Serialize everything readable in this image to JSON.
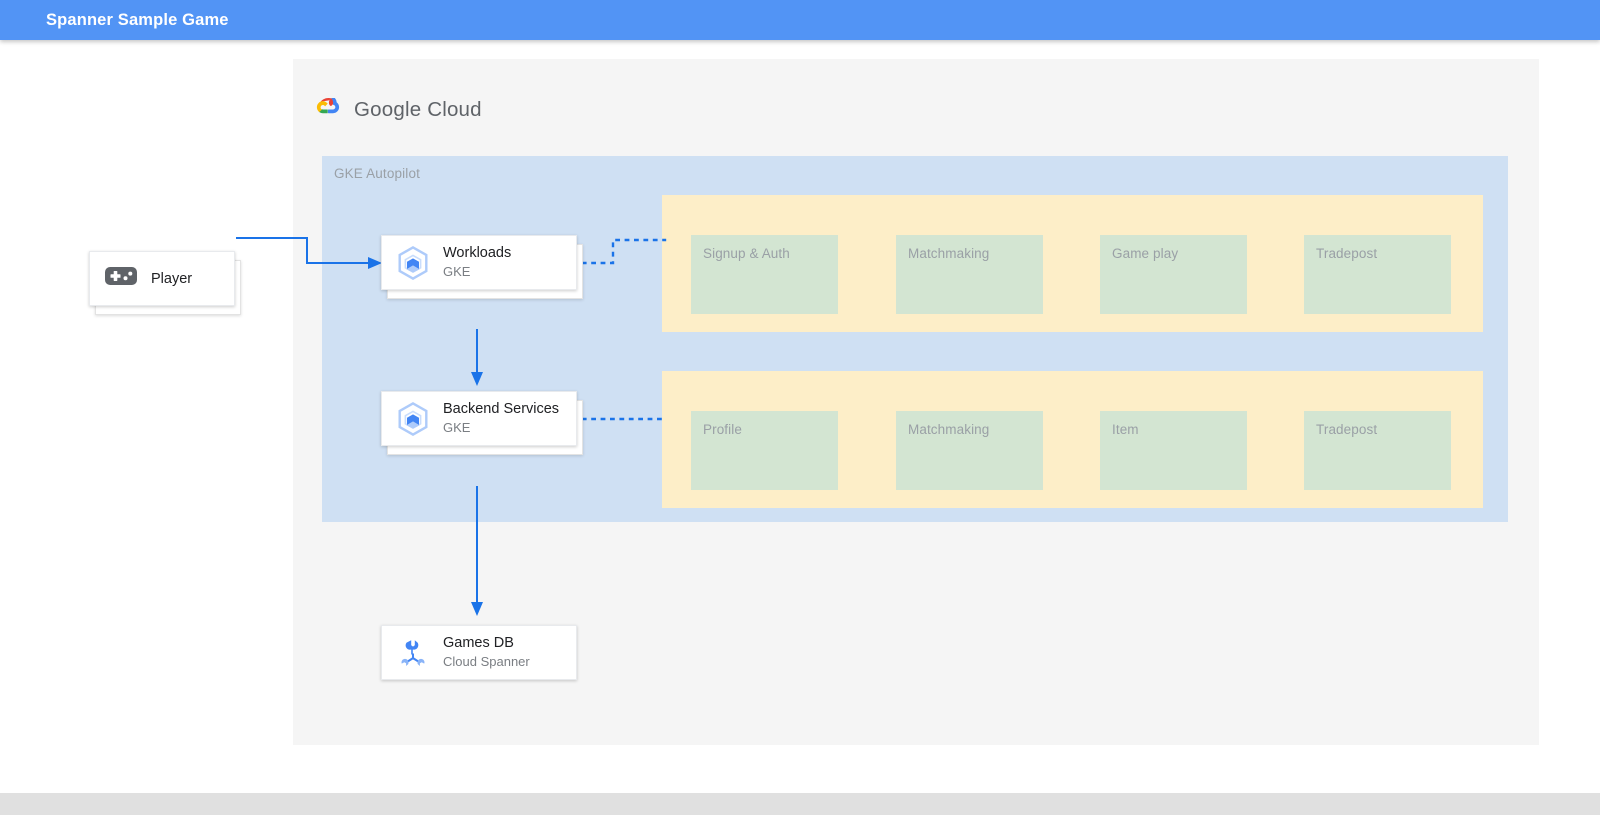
{
  "appbar": {
    "title": "Spanner Sample Game",
    "background": "#5294f5",
    "text_color": "#ffffff"
  },
  "diagram": {
    "provider_logo": {
      "icon": "google-cloud-logo-icon",
      "text_bold": "Google",
      "text_light": "Cloud",
      "full_text": "Google Cloud"
    },
    "region": {
      "label": "GKE Autopilot",
      "background": "#cfe0f3",
      "label_color": "#9aa0a6"
    },
    "panel_background": "#f5f5f5",
    "nodes": {
      "player": {
        "title": "Player",
        "icon": "gamepad-icon"
      },
      "workloads": {
        "title": "Workloads",
        "subtitle": "GKE",
        "icon": "gke-hexagon-icon"
      },
      "backend_services": {
        "title": "Backend Services",
        "subtitle": "GKE",
        "icon": "gke-hexagon-icon"
      },
      "games_db": {
        "title": "Games DB",
        "subtitle": "Cloud Spanner",
        "icon": "cloud-spanner-icon"
      }
    },
    "service_groups": [
      {
        "name": "workloads-services",
        "background": "#fdeec8",
        "services": [
          {
            "label": "Signup & Auth"
          },
          {
            "label": "Matchmaking"
          },
          {
            "label": "Game play"
          },
          {
            "label": "Tradepost"
          }
        ]
      },
      {
        "name": "backend-services",
        "background": "#fdeec8",
        "services": [
          {
            "label": "Profile"
          },
          {
            "label": "Matchmaking"
          },
          {
            "label": "Item"
          },
          {
            "label": "Tradepost"
          }
        ]
      }
    ],
    "service_box_color": "#d3e5d2",
    "service_label_color": "#9aa0a6",
    "connector_color": "#1a73e8"
  }
}
